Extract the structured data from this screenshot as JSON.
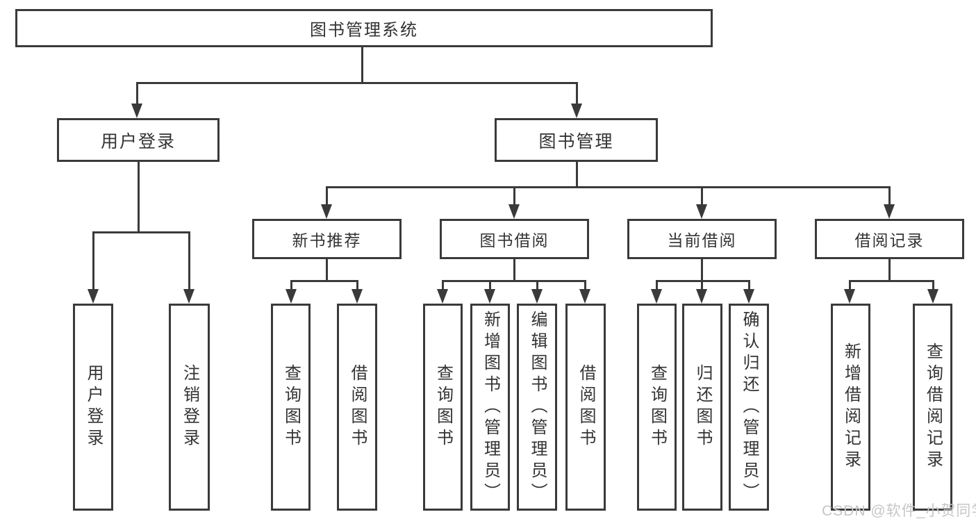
{
  "colors": {
    "line": "#3a3a3a",
    "text": "#333333",
    "background": "#ffffff",
    "watermark": "#c6c6c6"
  },
  "diagram": {
    "root": "图书管理系统",
    "branches": {
      "user_login": "用户登录",
      "book_mgmt": "图书管理"
    },
    "modules": {
      "new_book": "新书推荐",
      "borrow": "图书借阅",
      "current": "当前借阅",
      "records": "借阅记录"
    },
    "leaves": {
      "user_login_1": "用户登录",
      "user_login_2": "注销登录",
      "new_book_1": "查询图书",
      "new_book_2": "借阅图书",
      "borrow_1": "查询图书",
      "borrow_2": "新增图书（管理员）",
      "borrow_3": "编辑图书（管理员）",
      "borrow_4": "借阅图书",
      "current_1": "查询图书",
      "current_2": "归还图书",
      "current_3": "确认归还（管理员）",
      "records_1": "新增借阅记录",
      "records_2": "查询借阅记录"
    }
  },
  "watermark": "CSDN @软件_小贺同学"
}
